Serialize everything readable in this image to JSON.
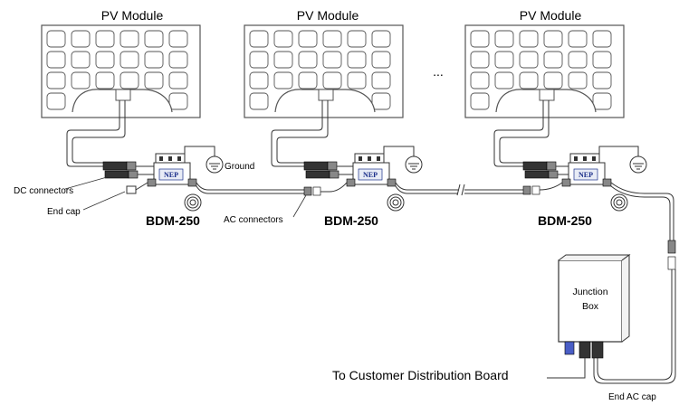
{
  "modules": [
    {
      "title": "PV Module",
      "inverter": "BDM-250",
      "logo": "NEP"
    },
    {
      "title": "PV Module",
      "inverter": "BDM-250",
      "logo": "NEP"
    },
    {
      "title": "PV Module",
      "inverter": "BDM-250",
      "logo": "NEP"
    }
  ],
  "ellipsis": "...",
  "labels": {
    "ground": "Ground",
    "dc_connectors": "DC connectors",
    "end_cap": "End cap",
    "ac_connectors": "AC connectors",
    "junction_line1": "Junction",
    "junction_line2": "Box",
    "distribution": "To Customer Distribution Board",
    "end_ac_cap": "End AC cap"
  }
}
